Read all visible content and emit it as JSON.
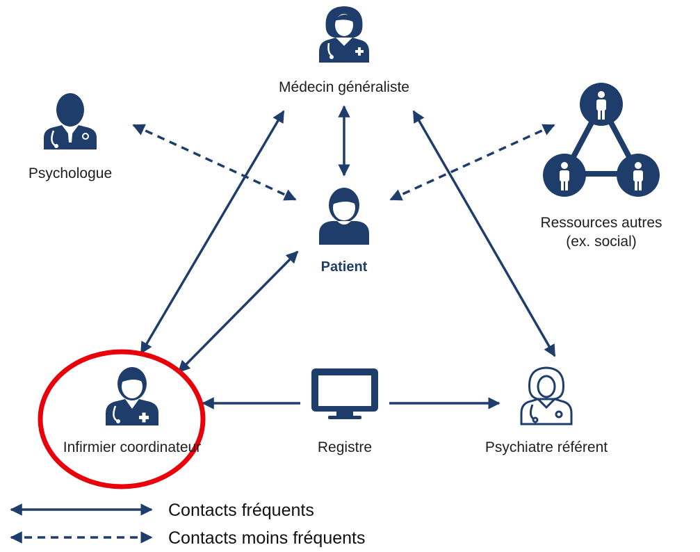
{
  "nodes": {
    "medecin": {
      "label": "Médecin généraliste",
      "icon": "doctor-female-icon"
    },
    "psychologue": {
      "label": "Psychologue",
      "icon": "doctor-male-icon"
    },
    "patient": {
      "label": "Patient",
      "icon": "patient-icon"
    },
    "ressources": {
      "label_line1": "Ressources autres",
      "label_line2": "(ex. social)",
      "icon": "people-network-icon"
    },
    "infirmier": {
      "label": "Infirmier coordinateur",
      "icon": "nurse-male-icon"
    },
    "registre": {
      "label": "Registre",
      "icon": "monitor-icon"
    },
    "psychiatre": {
      "label": "Psychiatre référent",
      "icon": "doctor-female-outline-icon"
    }
  },
  "legend": {
    "frequent": "Contacts fréquents",
    "less_frequent": "Contacts moins fréquents"
  },
  "colors": {
    "primary": "#1f3d6b",
    "highlight": "#e8000b"
  }
}
